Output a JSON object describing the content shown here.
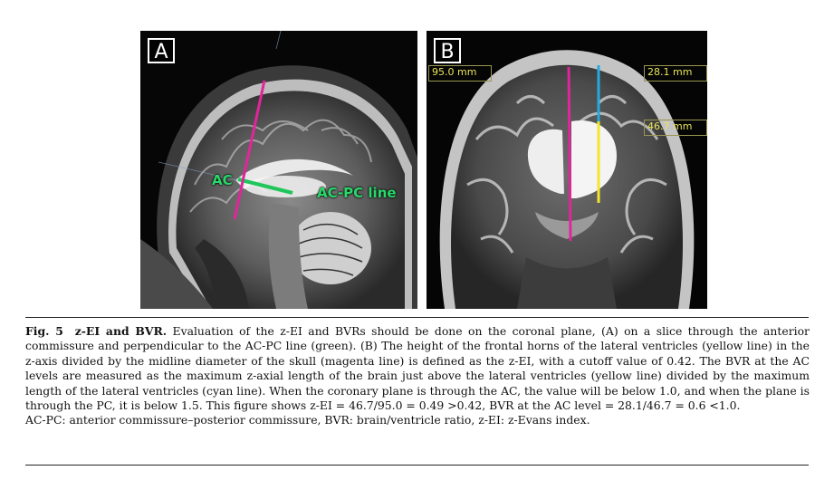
{
  "figure": {
    "panel_a": {
      "label": "A",
      "annotation_ac": "AC",
      "annotation_line": "AC-PC line"
    },
    "panel_b": {
      "label": "B",
      "measure_left": "95.0 mm",
      "measure_right_top": "28.1 mm",
      "measure_right_bottom": "46.7 mm"
    },
    "colors": {
      "magenta_line": "#e0269a",
      "green_line": "#1fc65a",
      "yellow_line": "#f2e52c",
      "cyan_line": "#27a9e0"
    }
  },
  "caption": {
    "fig_number": "Fig. 5",
    "title": "z-EI and BVR.",
    "body": "Evaluation of the z-EI and BVRs should be done on the coronal plane, (A) on a slice through the anterior commissure and perpendicular to the AC-PC line (green). (B) The height of the frontal horns of the lateral ventricles (yellow line) in the z-axis divided by the midline diameter of the skull (magenta line) is defined as the z-EI, with a cutoff value of 0.42. The BVR at the AC levels are measured as the maximum z-axial length of the brain just above the lateral ventricles (yellow line) divided by the maximum length of the lateral ventricles (cyan line). When the coronary plane is through the AC, the value will be below 1.0, and when the plane is through the PC, it is below 1.5. This figure shows z-EI = 46.7/95.0 = 0.49 >0.42, BVR at the AC level = 28.1/46.7 = 0.6 <1.0.",
    "abbreviations": "AC-PC: anterior commissure–posterior commissure, BVR: brain/ventricle ratio, z-EI: z-Evans index."
  }
}
